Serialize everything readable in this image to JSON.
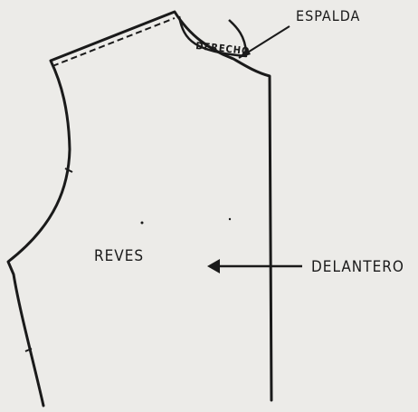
{
  "diagram": {
    "labels": {
      "back": "ESPALDA",
      "stamp": "DERECHO",
      "wrong_side": "REVES",
      "front": "DELANTERO"
    },
    "colors": {
      "paper": "#ecebe8",
      "ink": "#1a1a1a"
    }
  }
}
